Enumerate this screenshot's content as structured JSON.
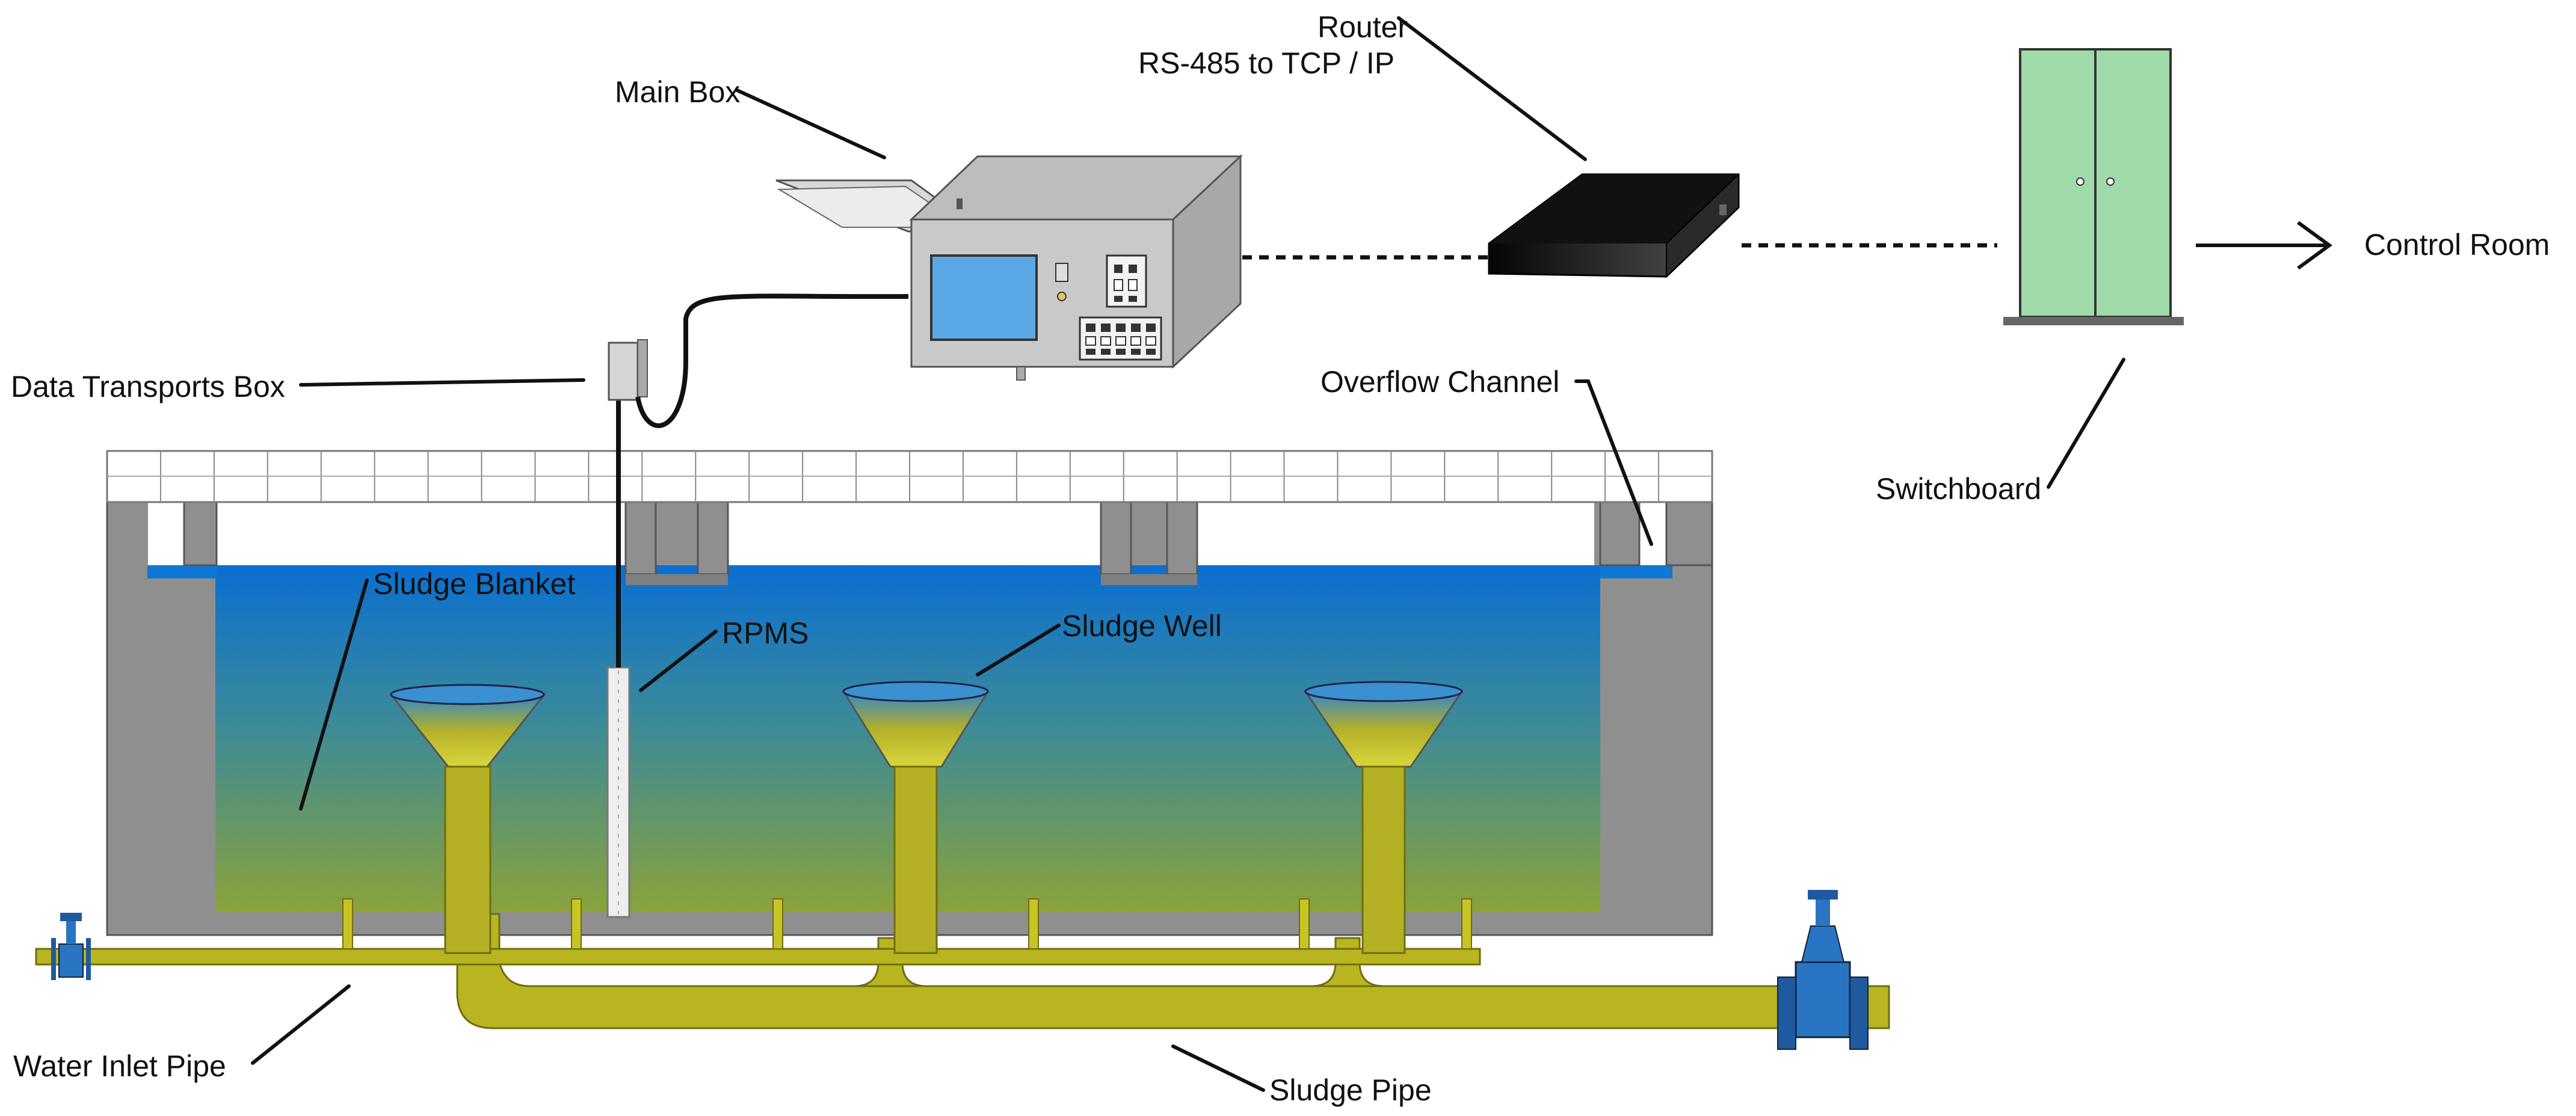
{
  "labels": {
    "main_box": "Main Box",
    "router": "Router",
    "router_sub": "RS-485 to TCP / IP",
    "control_room": "Control Room",
    "data_transports_box": "Data Transports Box",
    "overflow_channel": "Overflow Channel",
    "switchboard": "Switchboard",
    "sludge_blanket": "Sludge Blanket",
    "rpms": "RPMS",
    "sludge_well": "Sludge Well",
    "water_inlet_pipe": "Water Inlet Pipe",
    "sludge_pipe": "Sludge Pipe"
  },
  "colors": {
    "water_top": "#0a6fd0",
    "water_bottom": "#8aa23a",
    "concrete": "#8f8f8f",
    "pipe": "#b9b520",
    "pipe_dark": "#8c8a18",
    "valve": "#2a74c4",
    "main_box": "#c9c9c9",
    "screen": "#5aa8e6",
    "router": "#1a1a1a",
    "cabinet": "#9fdba8"
  },
  "icons": [
    "main-box-device",
    "router-device",
    "switchboard-cabinet",
    "valve-icon",
    "arrow-right-icon"
  ]
}
